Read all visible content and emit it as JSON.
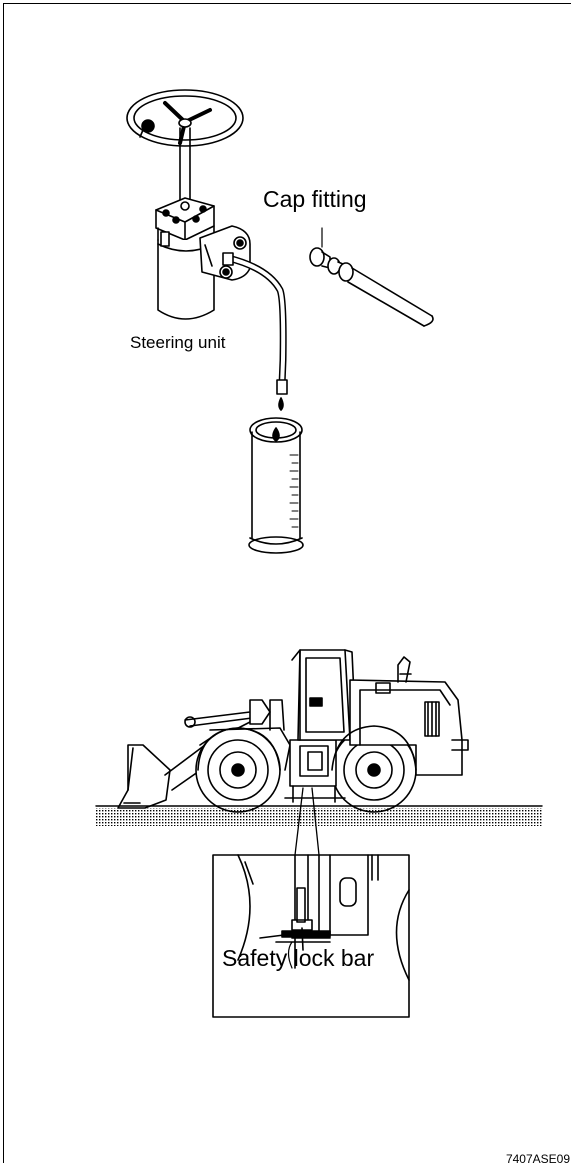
{
  "labels": {
    "cap_fitting": "Cap fitting",
    "steering_unit": "Steering unit",
    "safety_lock_bar": "Safety lock bar",
    "figure_code": "7407ASE09"
  }
}
